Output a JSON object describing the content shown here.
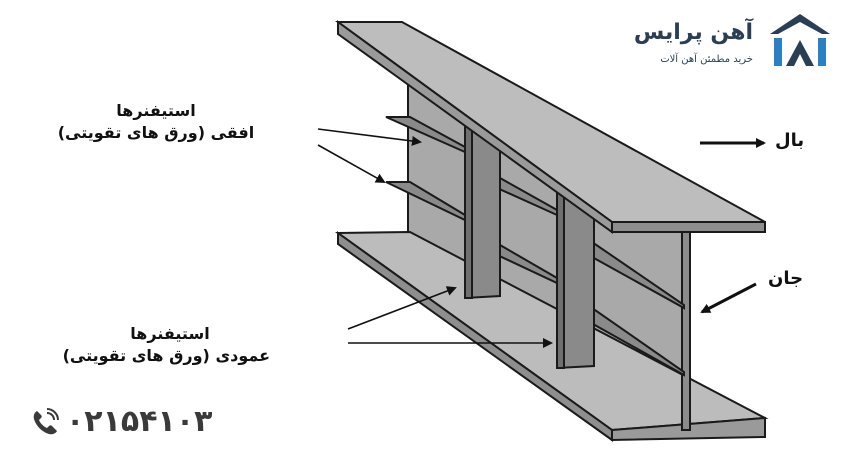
{
  "brand": {
    "name": "آهن پرایس",
    "tagline": "خرید مطمئن آهن آلات",
    "color": "#2a3f55",
    "accent": "#2b7fc4"
  },
  "labels": {
    "flange": "بال",
    "web": "جان",
    "horizontal_line1": "استیفنرها",
    "horizontal_line2": "افقی (ورق های تقویتی)",
    "vertical_line1": "استیفنرها",
    "vertical_line2": "عمودی (ورق های تقویتی)"
  },
  "phone": {
    "number": "۰۲۱۵۴۱۰۳",
    "icon": "phone-icon"
  },
  "colors": {
    "flange_top": "#bdbdbd",
    "web": "#a9a9a9",
    "stiffener": "#808080",
    "outline": "#1a1a1a"
  }
}
